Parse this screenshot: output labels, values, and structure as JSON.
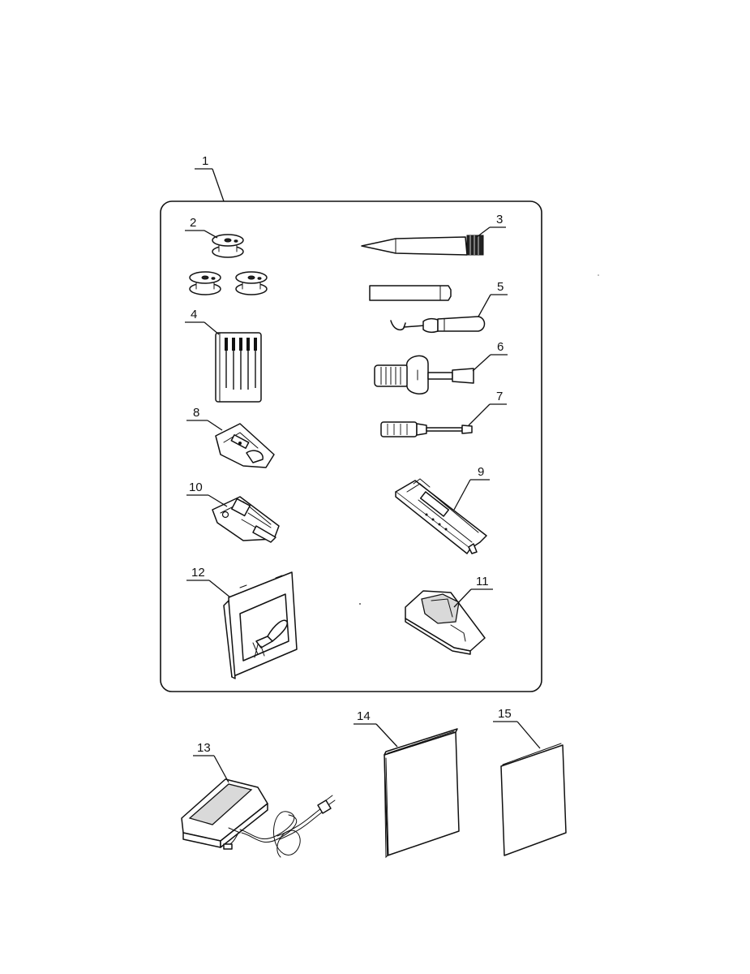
{
  "callouts": {
    "c1": "1",
    "c2": "2",
    "c3": "3",
    "c4": "4",
    "c5": "5",
    "c6": "6",
    "c7": "7",
    "c8": "8",
    "c9": "9",
    "c10": "10",
    "c11": "11",
    "c12": "12",
    "c13": "13",
    "c14": "14",
    "c15": "15"
  },
  "icons": {
    "bobbins": "bobbin-icon",
    "lint_brush": "lint-brush-icon",
    "seam_ripper": "seam-ripper-icon",
    "needles": "needle-pack-icon",
    "large_screwdriver": "screwdriver-large-icon",
    "small_screwdriver": "screwdriver-small-icon",
    "zipper_foot": "zipper-foot-icon",
    "buttonhole_foot": "buttonhole-foot-icon",
    "overedge_foot": "overedge-foot-icon",
    "satin_foot": "satin-stitch-foot-icon",
    "spool_pin_felt": "felt-card-icon",
    "foot_control": "foot-control-icon",
    "manual": "manual-book-icon",
    "booklet": "booklet-icon"
  },
  "colors": {
    "line": "#111111",
    "background": "#ffffff"
  }
}
